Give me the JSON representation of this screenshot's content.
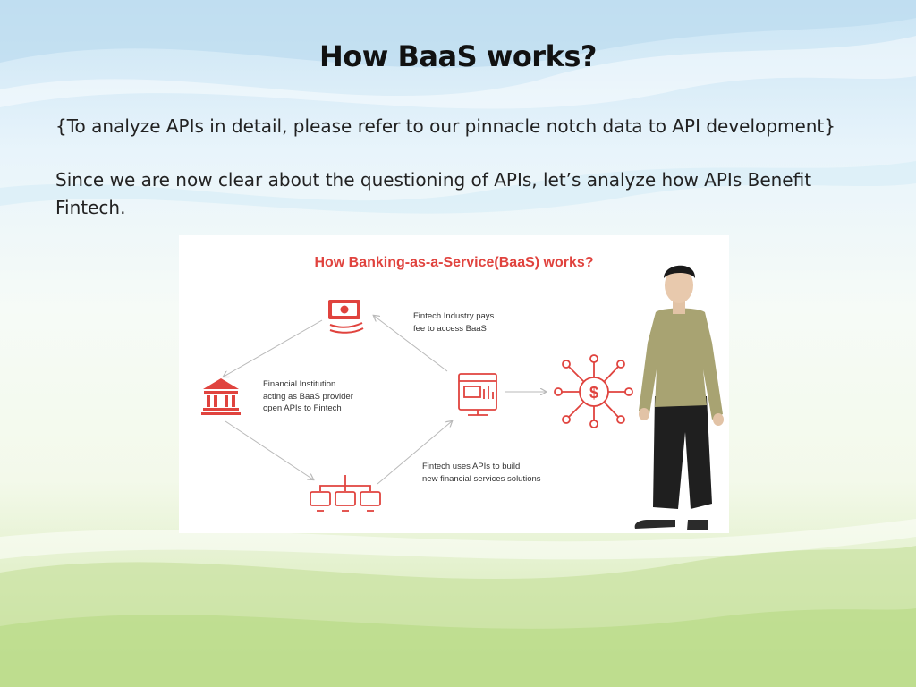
{
  "slide": {
    "title": "How BaaS works?",
    "paragraph_1": "{To analyze APIs in detail, please refer to our pinnacle notch data to API development}",
    "paragraph_2": "Since we are now clear about the questioning of APIs, let’s analyze how APIs Benefit Fintech."
  },
  "figure": {
    "title": "How Banking-as-a-Service(BaaS) works?",
    "labels": {
      "fee_line1": "Fintech Industry pays",
      "fee_line2": "fee to access BaaS",
      "fi_line1": "Financial Institution",
      "fi_line2": "acting as BaaS provider",
      "fi_line3": "open APIs to Fintech",
      "api_line1": "Fintech uses APIs to build",
      "api_line2": "new financial services solutions",
      "dollar_symbol": "$"
    },
    "icons": [
      "money-icon",
      "bank-icon",
      "dashboard-icon",
      "network-icon",
      "dollar-hub-icon"
    ],
    "colors": {
      "accent": "#e0433e",
      "arrow": "#b9b9b9"
    }
  }
}
